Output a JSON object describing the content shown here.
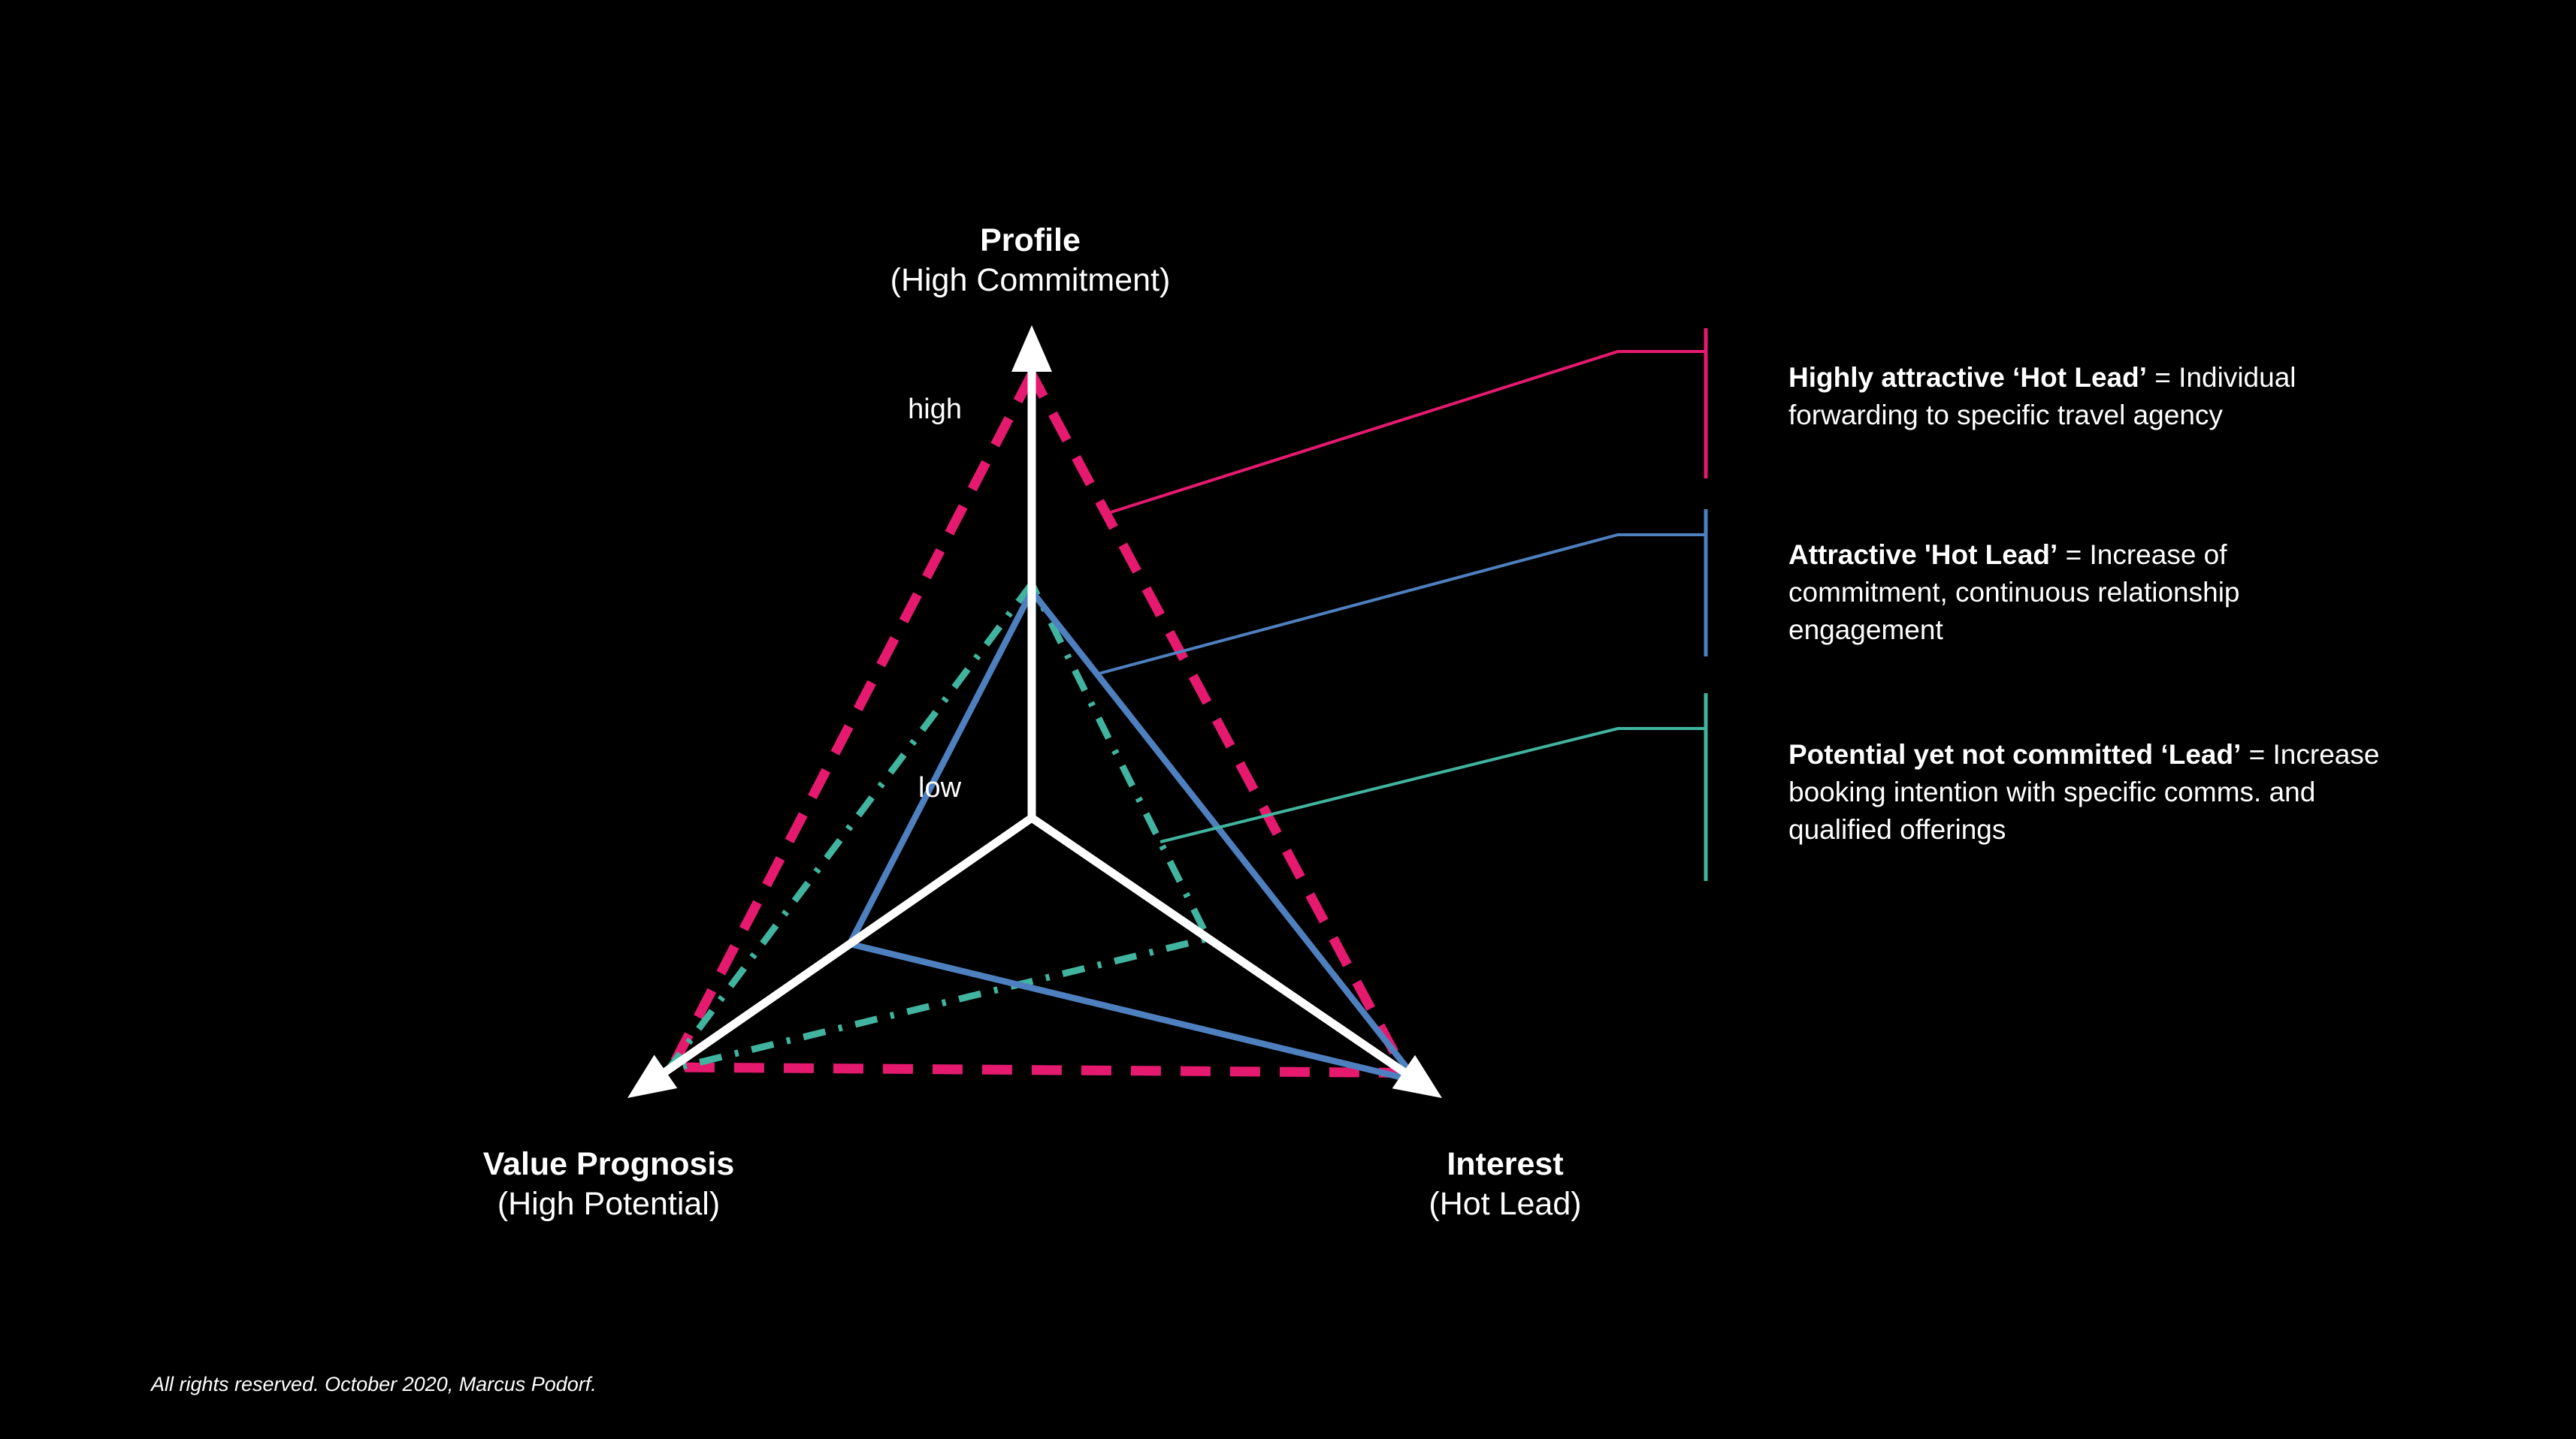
{
  "slide": {
    "background": "#000000"
  },
  "chart": {
    "axes": [
      {
        "title": "Profile",
        "subtitle": "(High Commitment)"
      },
      {
        "title": "Value Prognosis",
        "subtitle": "(High Potential)"
      },
      {
        "title": "Interest",
        "subtitle": "(Hot Lead)"
      }
    ],
    "scale": {
      "max_label": "high",
      "min_label": "low"
    }
  },
  "chart_data": {
    "type": "radar",
    "categories": [
      "Profile (High Commitment)",
      "Value Prognosis (High Potential)",
      "Interest (Hot Lead)"
    ],
    "scale": {
      "min": 0,
      "max": 1,
      "min_label": "low",
      "max_label": "high",
      "gridlines": false
    },
    "axis_color": "#ffffff",
    "legend_position": "right",
    "series": [
      {
        "name": "Highly attractive ‘Hot Lead’",
        "style": "dashed",
        "color": "#e51a6f",
        "values": [
          0.9,
          0.89,
          0.91
        ]
      },
      {
        "name": "Attractive 'Hot Lead’",
        "style": "solid",
        "color": "#4e80bf",
        "values": [
          0.46,
          0.45,
          0.94
        ]
      },
      {
        "name": "Potential yet not committed ‘Lead’",
        "style": "dash-dot",
        "color": "#41b49f",
        "values": [
          0.475,
          0.9,
          0.43
        ]
      }
    ]
  },
  "legend": [
    {
      "bold": "Highly attractive ‘Hot Lead’",
      "rest": " = Individual\nforwarding to specific travel agency"
    },
    {
      "bold": "Attractive 'Hot Lead’",
      "rest": " = Increase of\ncommitment, continuous relationship\nengagement"
    },
    {
      "bold": "Potential yet not committed ‘Lead’",
      "rest": " = Increase\nbooking intention with specific comms. and\nqualified offerings"
    }
  ],
  "footer": {
    "text": "All rights reserved. October 2020, Marcus Podorf."
  }
}
